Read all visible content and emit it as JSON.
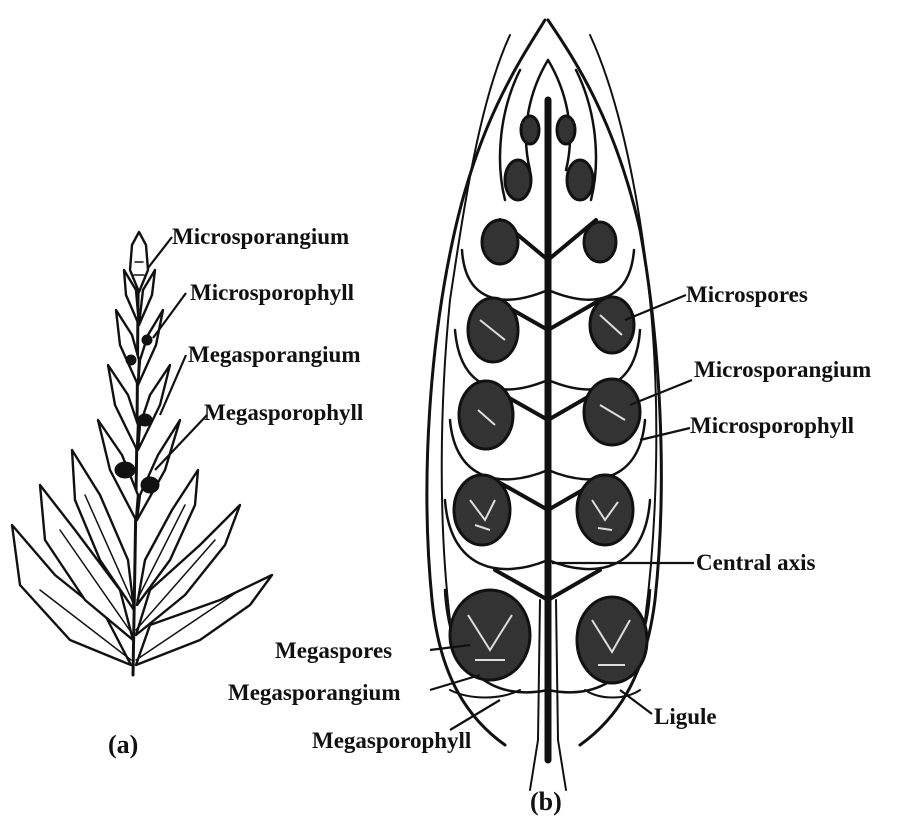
{
  "figure_a": {
    "caption": "(a)",
    "labels": {
      "microsporangium": "Microsporangium",
      "microsporophyll": "Microsporophyll",
      "megasporangium": "Megasporangium",
      "megasporophyll": "Megasporophyll"
    }
  },
  "figure_b": {
    "caption": "(b)",
    "labels": {
      "microspores": "Microspores",
      "microsporangium": "Microsporangium",
      "microsporophyll": "Microsporophyll",
      "central_axis": "Central axis",
      "megaspores": "Megaspores",
      "megasporangium": "Megasporangium",
      "megasporophyll": "Megasporophyll",
      "ligule": "Ligule"
    }
  }
}
